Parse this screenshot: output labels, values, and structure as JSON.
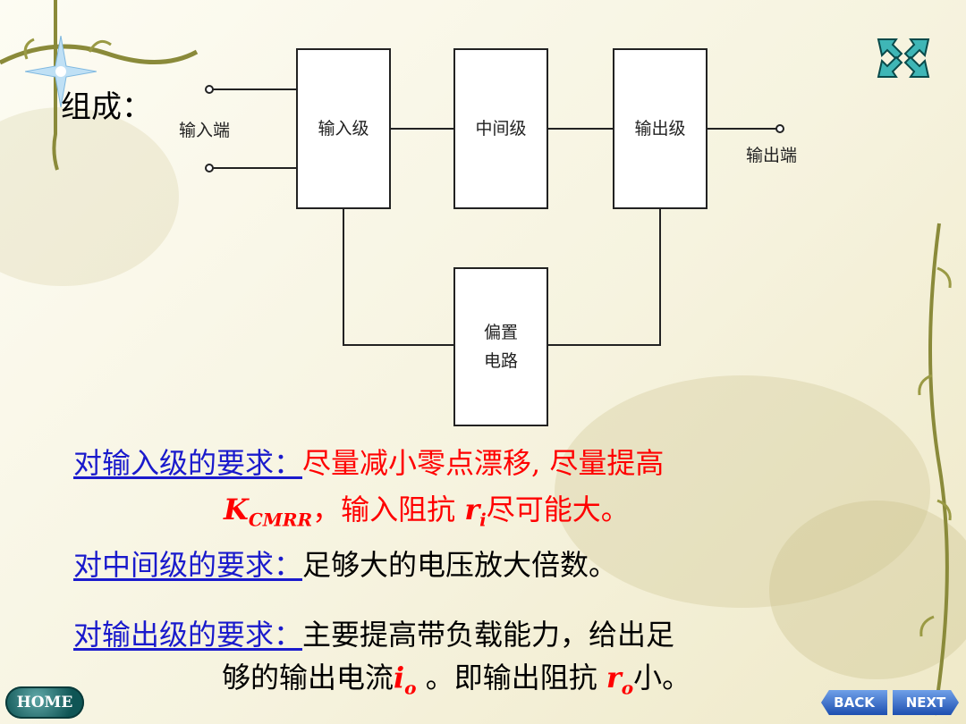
{
  "slide": {
    "title": "组成："
  },
  "diagram": {
    "input_terminal_label": "输入端",
    "output_terminal_label": "输出端",
    "input_stage": "输入级",
    "middle_stage": "中间级",
    "output_stage": "输出级",
    "bias_line1": "偏置",
    "bias_line2": "电路"
  },
  "requirements": {
    "input": {
      "heading": "对输入级的要求：",
      "line1": "尽量减小零点漂移, 尽量提高",
      "k_symbol": "K",
      "k_sub": "CMRR",
      "line2_mid": "，输入阻抗 ",
      "r_symbol": "r",
      "r_sub": "i",
      "line2_end": "尽可能大。"
    },
    "middle": {
      "heading": "对中间级的要求：",
      "text": "足够大的电压放大倍数。"
    },
    "output": {
      "heading": "对输出级的要求：",
      "line1": "主要提高带负载能力，给出足",
      "line2_start": "够的输出电流",
      "i_symbol": "i",
      "i_sub": "o",
      "line2_mid": " 。即输出阻抗 ",
      "r_symbol": "r",
      "r_sub": "o",
      "line2_end": "小。"
    }
  },
  "nav": {
    "home": "HOME",
    "back": "BACK",
    "next": "NEXT"
  },
  "colors": {
    "heading_blue": "#1a1acc",
    "emphasis_red": "#ff0000",
    "nav_blue": "#1d4fb0",
    "home_teal": "#0f5555"
  },
  "icons": {
    "close": "close-arrows-icon",
    "corner_star": "sparkle-star-icon",
    "vine": "vine-decoration"
  }
}
